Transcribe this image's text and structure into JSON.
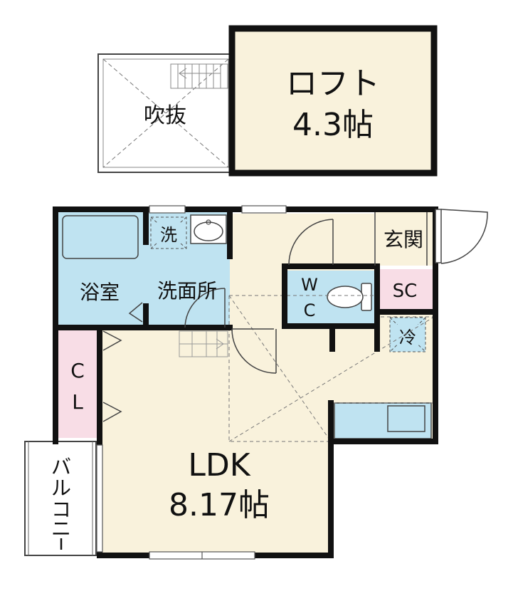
{
  "loft": {
    "name": "ロフト",
    "size": "4.3帖"
  },
  "void": {
    "label": "吹抜"
  },
  "bath": {
    "label": "浴室"
  },
  "washroom": {
    "label": "洗面所"
  },
  "washer": {
    "label": "洗"
  },
  "entrance": {
    "label": "玄関"
  },
  "toilet": {
    "label_w": "W",
    "label_c": "C"
  },
  "shoe_cabinet": {
    "label": "SC"
  },
  "fridge": {
    "label": "冷"
  },
  "closet": {
    "label_c": "C",
    "label_l": "L"
  },
  "ldk": {
    "name": "LDK",
    "size": "8.17帖"
  },
  "balcony": {
    "chars": [
      "バ",
      "ル",
      "コ",
      "ニ",
      "ー"
    ]
  },
  "colors": {
    "cream": "#f9f2dc",
    "blue": "#bfe3f1",
    "pink": "#f8dde6",
    "wall": "#111111"
  }
}
